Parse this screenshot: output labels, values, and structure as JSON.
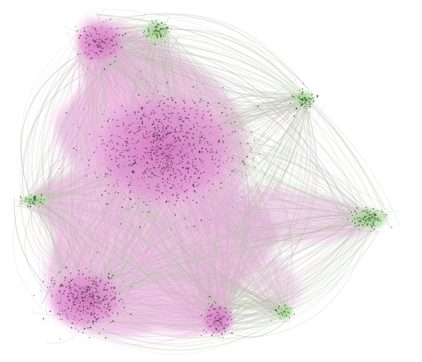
{
  "graph": {
    "type": "network-visualization",
    "colors": {
      "background": "#ffffff",
      "pink_community": "#e38bd1",
      "pink_edge": "#e8a0d8",
      "green_community": "#9fd88a",
      "green_edge": "#a9c99a",
      "grey_edge": "#c9b8bd",
      "node": "#3d3540"
    },
    "communities": [
      {
        "id": "pink-core",
        "color": "pink"
      },
      {
        "id": "pink-top-left",
        "color": "pink"
      },
      {
        "id": "pink-bottom-left",
        "color": "pink"
      },
      {
        "id": "pink-bottom-mid",
        "color": "pink"
      },
      {
        "id": "green-top",
        "color": "green"
      },
      {
        "id": "green-right-upper",
        "color": "green"
      },
      {
        "id": "green-right",
        "color": "green"
      },
      {
        "id": "green-bottom-right",
        "color": "green"
      },
      {
        "id": "green-left",
        "color": "green"
      }
    ]
  }
}
